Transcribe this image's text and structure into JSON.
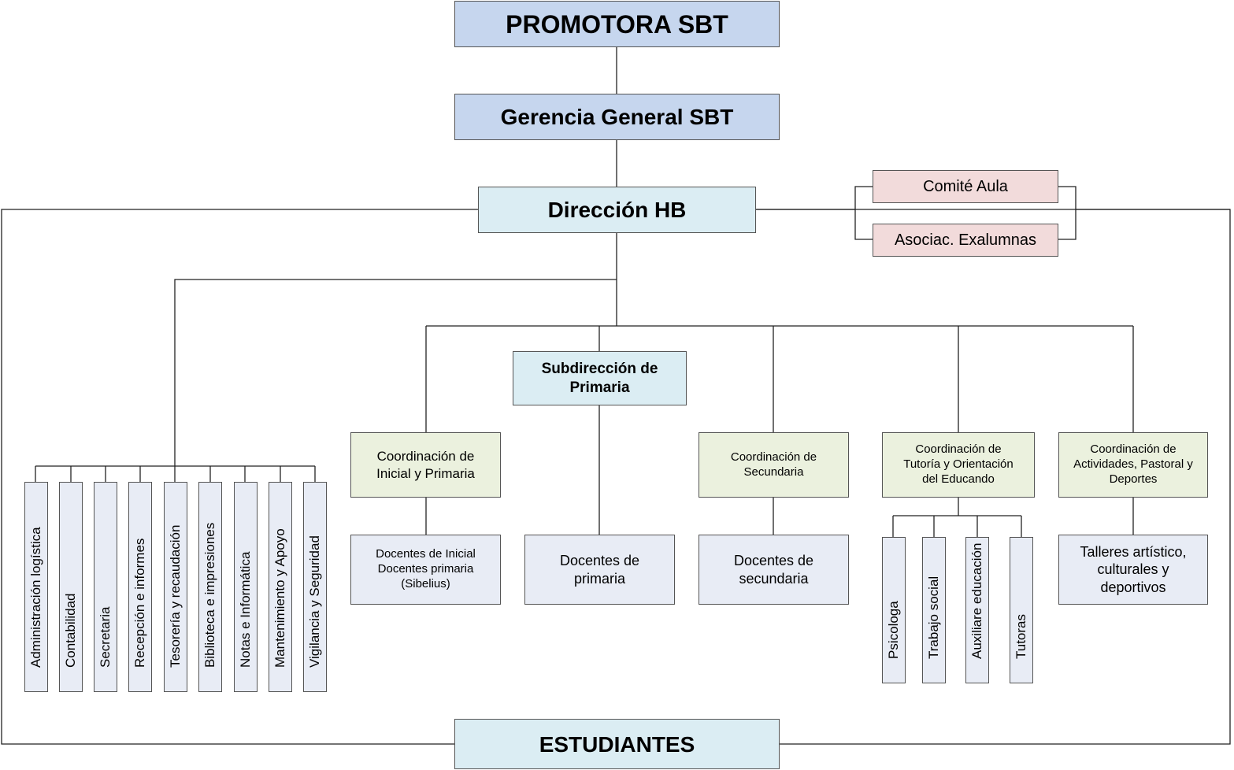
{
  "promotora": "PROMOTORA SBT",
  "gerencia": "Gerencia General SBT",
  "direccion": "Dirección HB",
  "comite": "Comité Aula",
  "asociac": "Asociac. Exalumnas",
  "subdireccion": "Subdirección de\nPrimaria",
  "coord_inicial": "Coordinación de\nInicial y Primaria",
  "coord_secundaria": "Coordinación de\nSecundaria",
  "coord_tutoria": "Coordinación de\nTutoría y Orientación\ndel Educando",
  "coord_actividades": "Coordinación de\nActividades, Pastoral y\nDeportes",
  "docentes_inicial": "Docentes de Inicial\nDocentes primaria\n(Sibelius)",
  "docentes_primaria": "Docentes de\nprimaria",
  "docentes_secundaria": "Docentes de\nsecundaria",
  "talleres": "Talleres artístico,\nculturales y\ndeportivos",
  "admin_units": [
    "Administración logística",
    "Contabilidad",
    "Secretaria",
    "Recepción e informes",
    "Tesorería y recaudación",
    "Biblioteca e impresiones",
    "Notas e Informática",
    "Mantenimiento y Apoyo",
    "Vigilancia y Seguridad"
  ],
  "tutoria_units": [
    "Psicologa",
    "Trabajo social",
    "Auxiliare educación",
    "Tutoras"
  ],
  "estudiantes": "ESTUDIANTES"
}
